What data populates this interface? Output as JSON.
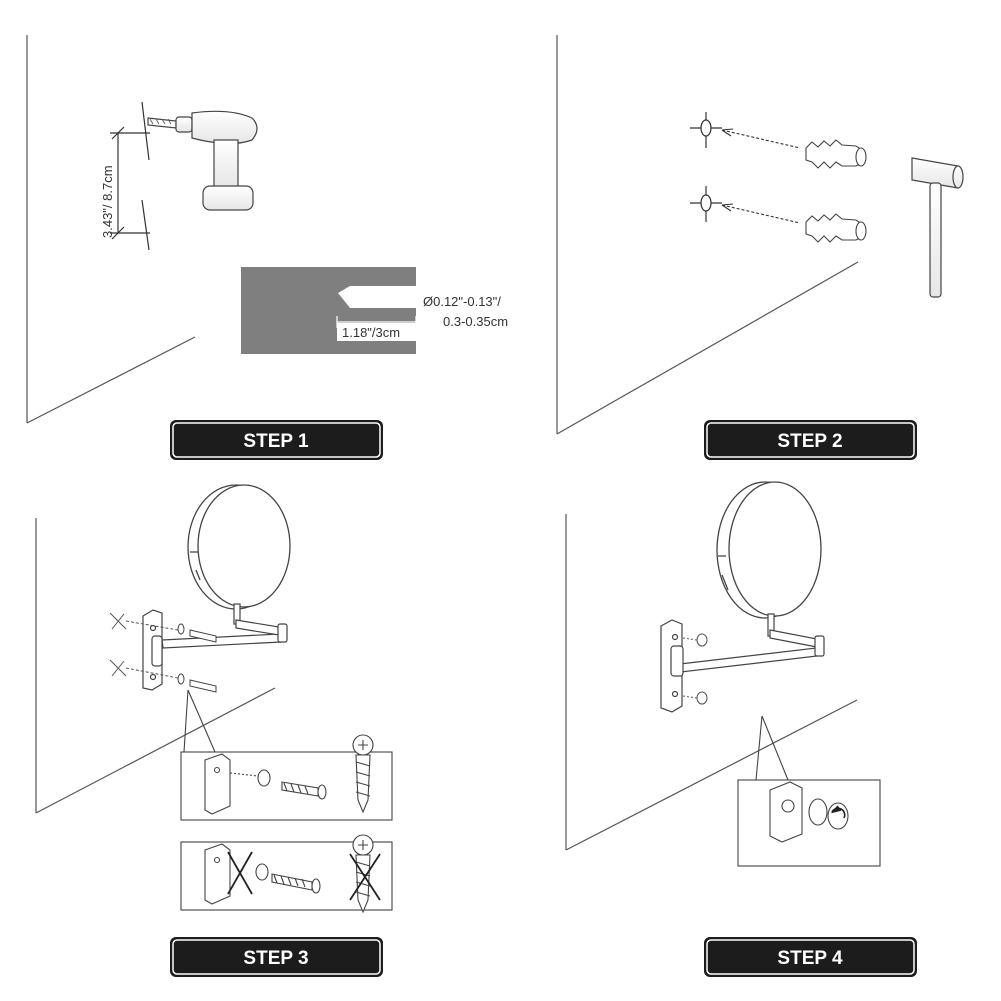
{
  "steps": [
    {
      "label": "STEP 1"
    },
    {
      "label": "STEP 2"
    },
    {
      "label": "STEP 3"
    },
    {
      "label": "STEP 4"
    }
  ],
  "step1": {
    "hole_spacing": "3.43\"/ 8.7cm",
    "drill_diameter_line1": "Ø0.12\"-0.13\"/",
    "drill_diameter_line2": "0.3-0.35cm",
    "drill_depth": "1.18\"/3cm"
  },
  "colors": {
    "line": "#555555",
    "badge": "#1c1c1c",
    "inset_gray": "#7f7f7f"
  }
}
